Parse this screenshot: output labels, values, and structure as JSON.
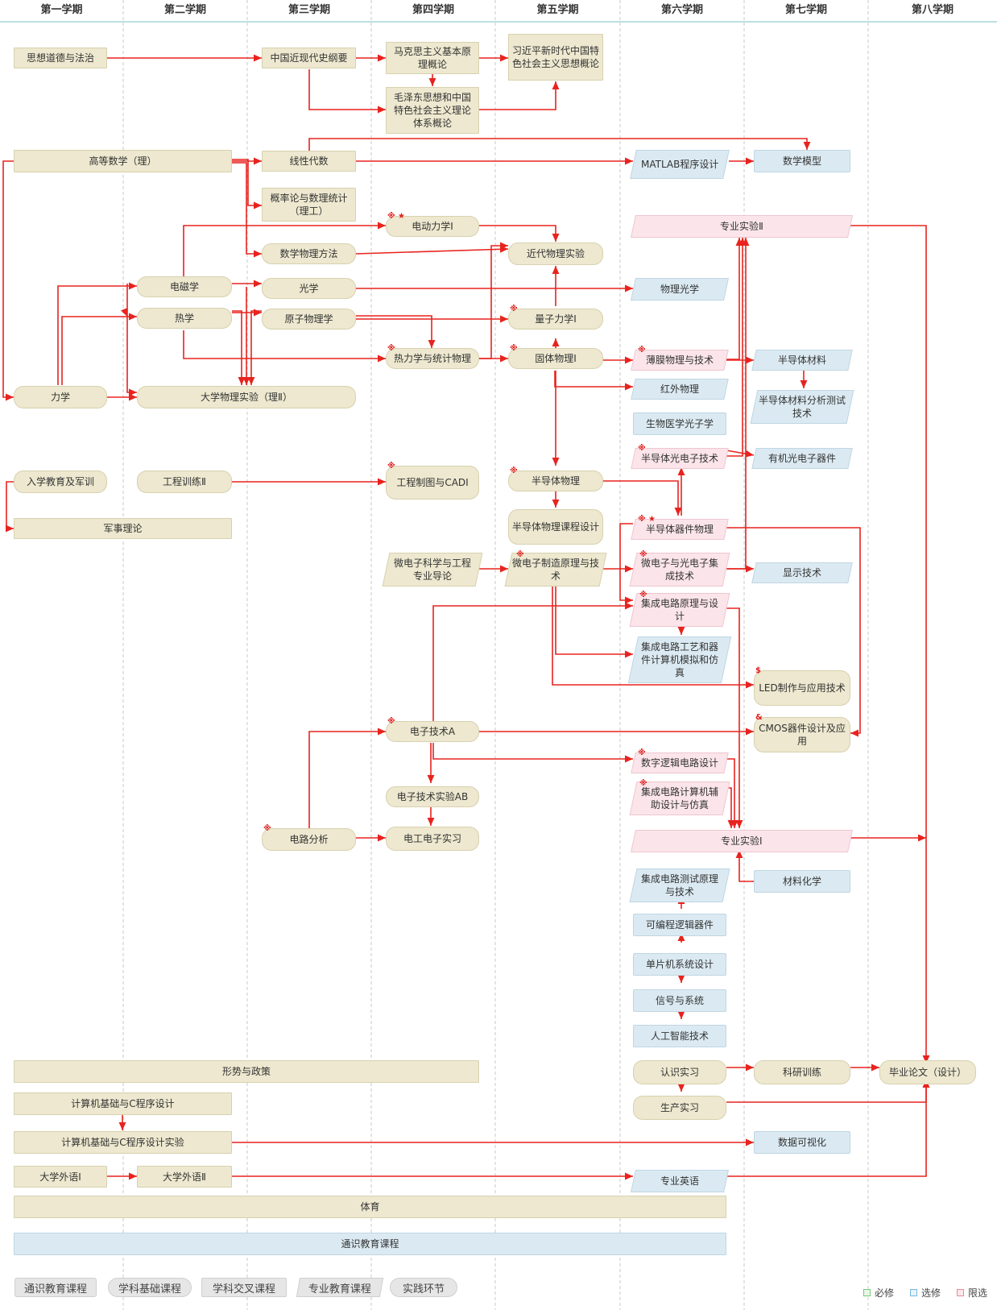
{
  "semesters": [
    "第一学期",
    "第二学期",
    "第三学期",
    "第四学期",
    "第五学期",
    "第六学期",
    "第七学期",
    "第八学期"
  ],
  "courses": {
    "sixiang": "思想道德与法治",
    "jindaishi": "中国近现代史纲要",
    "makesi": "马克思主义基本原理概论",
    "xijinping": "习近平新时代中国特色社会主义思想概论",
    "maozedong": "毛泽东思想和中国特色社会主义理论体系概论",
    "gaoshu": "高等数学（理）",
    "xiandai": "线性代数",
    "matlab": "MATLAB程序设计",
    "shumo": "数学模型",
    "gailv": "概率论与数理统计（理工）",
    "diandong": "电动力学Ⅰ",
    "zhuanyeshiyan2": "专业实验Ⅱ",
    "shuwufangfa": "数学物理方法",
    "jindaiwulishiyan": "近代物理实验",
    "dianci": "电磁学",
    "guangxue": "光学",
    "wuliguangxue": "物理光学",
    "rexue": "热学",
    "yuanzi": "原子物理学",
    "liangzi": "量子力学Ⅰ",
    "relixue": "热力学与统计物理",
    "guti": "固体物理Ⅰ",
    "bomo": "薄膜物理与技术",
    "bandaoticailiao": "半导体材料",
    "lixue": "力学",
    "dawushiyan": "大学物理实验（理Ⅱ）",
    "hongwai": "红外物理",
    "bandaotifenxi": "半导体材料分析测试技术",
    "shengwu": "生物医学光子学",
    "bandaotiguangdian": "半导体光电子技术",
    "youji": "有机光电子器件",
    "ruxue": "入学教育及军训",
    "gongchengxunlian": "工程训练Ⅱ",
    "gongchengzhitu": "工程制图与CADⅠ",
    "bandaotiwuli": "半导体物理",
    "junshi": "军事理论",
    "kechengsheji": "半导体物理课程设计",
    "qijianwuli": "半导体器件物理",
    "daolun": "微电子科学与工程专业导论",
    "zhizao": "微电子制造原理与技术",
    "jicheng": "微电子与光电子集成技术",
    "xianshi": "显示技术",
    "jichengdianlu": "集成电路原理与设计",
    "gongyi": "集成电路工艺和器件计算机模拟和仿真",
    "led": "LED制作与应用技术",
    "cmos": "CMOS器件设计及应用",
    "dianzijishuA": "电子技术A",
    "shuzi": "数字逻辑电路设计",
    "dianzijishuAB": "电子技术实验AB",
    "fuzhu": "集成电路计算机辅助设计与仿真",
    "dianlu": "电路分析",
    "diangong": "电工电子实习",
    "zhuanyeshiyan1": "专业实验Ⅰ",
    "cailiaohuaxue": "材料化学",
    "ceshi": "集成电路测试原理与技术",
    "kebiancheng": "可编程逻辑器件",
    "danpianji": "单片机系统设计",
    "xinhao": "信号与系统",
    "rengong": "人工智能技术",
    "xingshi": "形势与政策",
    "renshi": "认识实习",
    "keyan": "科研训练",
    "biye": "毕业论文（设计）",
    "jisuanji": "计算机基础与C程序设计",
    "shengchan": "生产实习",
    "jisuanjishiyan": "计算机基础与C程序设计实验",
    "shujukeshihua": "数据可视化",
    "waiyu1": "大学外语Ⅰ",
    "waiyu2": "大学外语Ⅱ",
    "zhuanyeyingyu": "专业英语",
    "tiyu": "体育",
    "tongshi": "通识教育课程"
  },
  "marks": {
    "key": "※",
    "star": "★",
    "dollar": "$",
    "amp": "&"
  },
  "legend": {
    "categories": [
      "通识教育课程",
      "学科基础课程",
      "学科交叉课程",
      "专业教育课程",
      "实践环节"
    ],
    "types": [
      {
        "label": "必修",
        "color": "#b8e8b8"
      },
      {
        "label": "选修",
        "color": "#bfe0f2"
      },
      {
        "label": "限选",
        "color": "#f6c6d0"
      }
    ]
  },
  "colors": {
    "arrow": "#e8231e",
    "required_fill": "#ede8cf",
    "elective_fill": "#dbeaf2",
    "limited_fill": "#fbe5ea"
  }
}
